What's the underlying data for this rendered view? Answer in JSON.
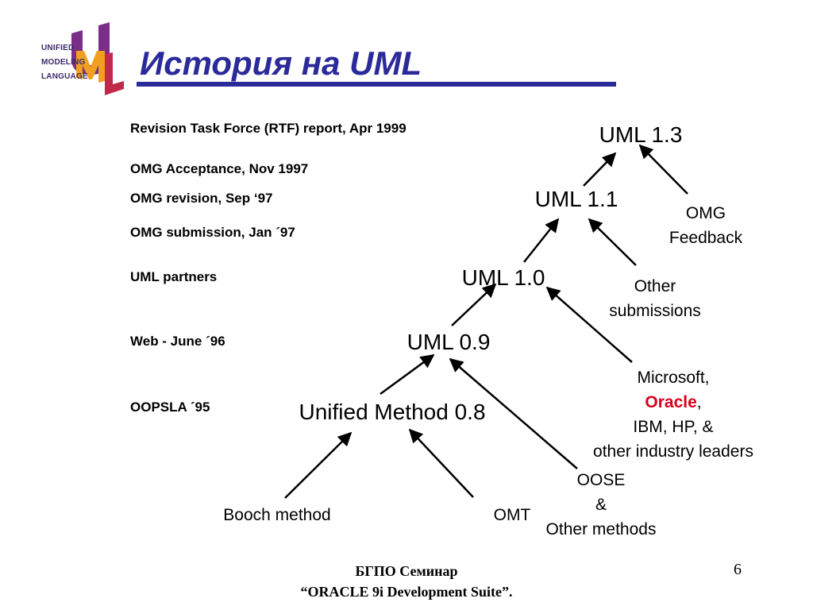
{
  "logo": {
    "words": [
      "UNIFIED",
      "MODELING",
      "LANGUAGE"
    ],
    "colors": {
      "u": "#7a2e8a",
      "m": "#f0a020",
      "l": "#c02a4a"
    }
  },
  "title": "История на UML",
  "colors": {
    "title": "#2b2a9a",
    "highlight": "#d8001c"
  },
  "timeline": [
    "Revision Task Force (RTF) report, Apr 1999",
    "OMG Acceptance, Nov 1997",
    "OMG revision, Sep ‘97",
    "OMG submission, Jan ´97",
    "UML partners",
    "Web - June ´96",
    "OOPSLA ´95"
  ],
  "nodes": {
    "uml13": "UML 1.3",
    "uml11": "UML 1.1",
    "uml10": "UML 1.0",
    "uml09": "UML 0.9",
    "unified08": "Unified Method 0.8",
    "booch": "Booch method",
    "omt": "OMT",
    "omg_feedback": [
      "OMG",
      "Feedback"
    ],
    "other_submissions": [
      "Other",
      "submissions"
    ],
    "industry": {
      "line1": "Microsoft,",
      "oracle": "Oracle",
      "comma": ",",
      "line3": "IBM, HP, &",
      "line4": "other industry leaders"
    },
    "oose": [
      "OOSE",
      "&",
      "Other methods"
    ]
  },
  "footer": {
    "line1": "БГПО Семинар",
    "line2": "“ORACLE 9i Development Suite”.",
    "page": "6"
  }
}
